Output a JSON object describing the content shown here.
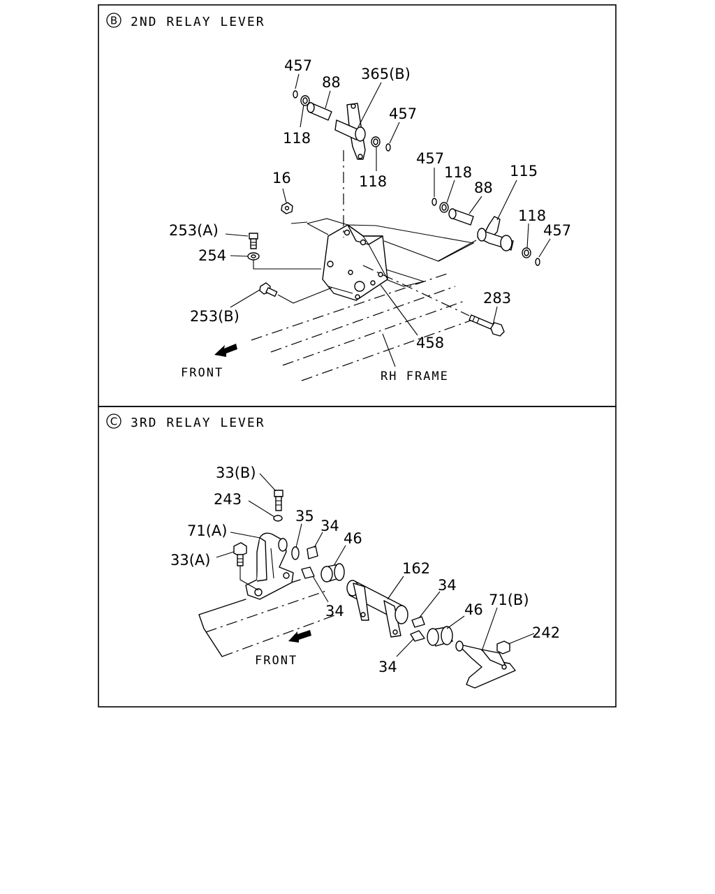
{
  "sections": [
    {
      "marker": "B",
      "title": "2ND RELAY LEVER",
      "captions": {
        "front": "FRONT",
        "frame": "RH FRAME"
      },
      "callouts": [
        "457",
        "88",
        "365(B)",
        "118",
        "457",
        "118",
        "457",
        "118",
        "88",
        "115",
        "16",
        "253(A)",
        "254",
        "118",
        "457",
        "253(B)",
        "283",
        "458"
      ]
    },
    {
      "marker": "C",
      "title": "3RD RELAY LEVER",
      "captions": {
        "front": "FRONT"
      },
      "callouts": [
        "33(B)",
        "243",
        "35",
        "34",
        "71(A)",
        "46",
        "33(A)",
        "162",
        "34",
        "34",
        "71(B)",
        "46",
        "242",
        "34"
      ]
    }
  ]
}
